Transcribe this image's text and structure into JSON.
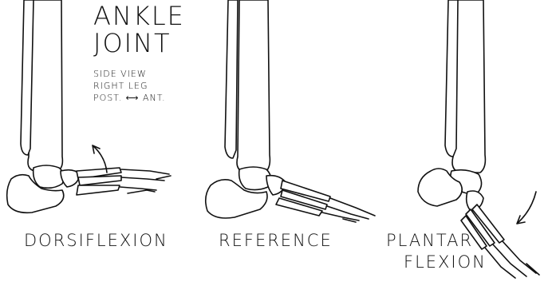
{
  "title": {
    "line1": "ANKLE",
    "line2": "JOINT"
  },
  "notes": {
    "line1": "SIDE VIEW",
    "line2": "RIGHT LEG",
    "line3": "POST. ⟷ ANT."
  },
  "labels": {
    "dorsiflexion": "DORSIFLEXION",
    "reference": "REFERENCE",
    "plantar_line1": "PLANTAR",
    "plantar_line2": "FLEXION"
  },
  "colors": {
    "ink": "#111111",
    "paper": "#ffffff"
  }
}
